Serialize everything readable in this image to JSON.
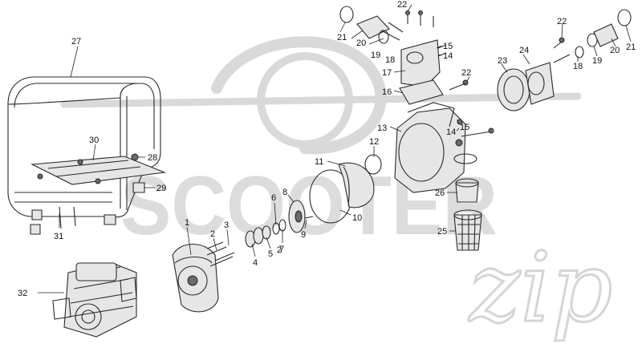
{
  "watermark": {
    "brand": "SCOOTER",
    "script": "zip",
    "color": "#d9d9d9"
  },
  "callouts": [
    {
      "id": "c1",
      "label": "1"
    },
    {
      "id": "c2a",
      "label": "2"
    },
    {
      "id": "c2b",
      "label": "2"
    },
    {
      "id": "c3",
      "label": "3"
    },
    {
      "id": "c4",
      "label": "4"
    },
    {
      "id": "c5",
      "label": "5"
    },
    {
      "id": "c6",
      "label": "6"
    },
    {
      "id": "c7",
      "label": "7"
    },
    {
      "id": "c8",
      "label": "8"
    },
    {
      "id": "c9",
      "label": "9"
    },
    {
      "id": "c10",
      "label": "10"
    },
    {
      "id": "c11",
      "label": "11"
    },
    {
      "id": "c12",
      "label": "12"
    },
    {
      "id": "c13",
      "label": "13"
    },
    {
      "id": "c14a",
      "label": "14"
    },
    {
      "id": "c14b",
      "label": "14"
    },
    {
      "id": "c15a",
      "label": "15"
    },
    {
      "id": "c15b",
      "label": "15"
    },
    {
      "id": "c16",
      "label": "16"
    },
    {
      "id": "c17",
      "label": "17"
    },
    {
      "id": "c18a",
      "label": "18"
    },
    {
      "id": "c18b",
      "label": "18"
    },
    {
      "id": "c19a",
      "label": "19"
    },
    {
      "id": "c19b",
      "label": "19"
    },
    {
      "id": "c20a",
      "label": "20"
    },
    {
      "id": "c20b",
      "label": "20"
    },
    {
      "id": "c21a",
      "label": "21"
    },
    {
      "id": "c21b",
      "label": "21"
    },
    {
      "id": "c22a",
      "label": "22"
    },
    {
      "id": "c22b",
      "label": "22"
    },
    {
      "id": "c22c",
      "label": "22"
    },
    {
      "id": "c23",
      "label": "23"
    },
    {
      "id": "c24",
      "label": "24"
    },
    {
      "id": "c25",
      "label": "25"
    },
    {
      "id": "c26",
      "label": "26"
    },
    {
      "id": "c27",
      "label": "27"
    },
    {
      "id": "c28",
      "label": "28"
    },
    {
      "id": "c29",
      "label": "29"
    },
    {
      "id": "c30",
      "label": "30"
    },
    {
      "id": "c31",
      "label": "31"
    },
    {
      "id": "c32",
      "label": "32"
    }
  ]
}
